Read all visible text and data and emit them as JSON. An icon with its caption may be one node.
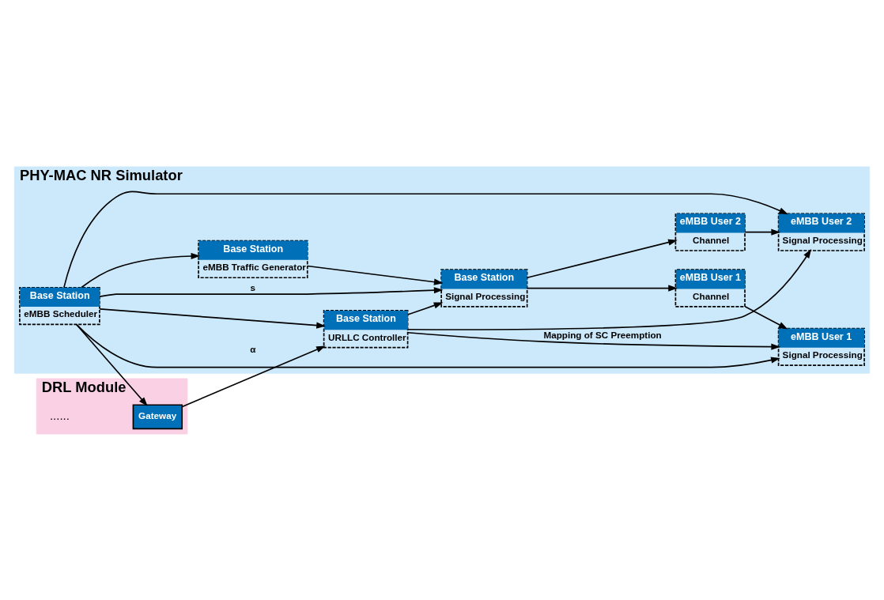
{
  "diagram": {
    "nodes": [
      {
        "text": [
          "PHY-MAC NR Simulator"
        ]
      },
      {
        "text": [
          "DRL Module"
        ]
      },
      {
        "text": [
          "Base Station",
          "eMBB Scheduler"
        ],
        "in": 0
      },
      {
        "text": [
          "Base Station",
          "eMBB Traffic Generator"
        ],
        "in": 0
      },
      {
        "text": [
          "Base Station",
          "Signal Processing"
        ],
        "in": 0
      },
      {
        "text": [
          "eMBB User 1",
          "Channel"
        ],
        "in": 0
      },
      {
        "text": [
          "eMBB User 2",
          "Channel"
        ],
        "in": 0
      },
      {
        "text": [
          "eMBB User 1",
          "Signal Processing"
        ],
        "in": 0
      },
      {
        "text": [
          "eMBB User 2",
          "Signal Processing"
        ],
        "in": 0
      },
      {
        "text": [
          "Base Station",
          "URLLC Controller"
        ],
        "in": 0
      },
      {
        "text": [
          "Gateway"
        ],
        "in": 1
      }
    ],
    "edges": [
      {
        "from": 2,
        "to": 4,
        "arrow": "to",
        "label": "s"
      },
      {
        "from": 2,
        "to": 3,
        "arrow": "to"
      },
      {
        "from": 2,
        "to": 7,
        "arrow": "to"
      },
      {
        "from": 2,
        "to": 8,
        "arrow": "to"
      },
      {
        "from": 2,
        "to": 9,
        "arrow": "to"
      },
      {
        "from": 2,
        "to": 10,
        "arrow": "to"
      },
      {
        "from": 3,
        "to": 4,
        "arrow": "to"
      },
      {
        "from": 4,
        "to": 5,
        "arrow": "to"
      },
      {
        "from": 4,
        "to": 6,
        "arrow": "to"
      },
      {
        "from": 5,
        "to": 7,
        "arrow": "to"
      },
      {
        "from": 6,
        "to": 8,
        "arrow": "to"
      },
      {
        "from": 9,
        "to": 7,
        "arrow": "to",
        "label": "Mapping of SC Preemption"
      },
      {
        "from": 9,
        "to": 8,
        "arrow": "to"
      },
      {
        "from": 9,
        "to": 4,
        "arrow": "to"
      },
      {
        "from": 10,
        "to": 9,
        "arrow": "to",
        "label": "α"
      }
    ],
    "labels": [
      "......"
    ]
  }
}
